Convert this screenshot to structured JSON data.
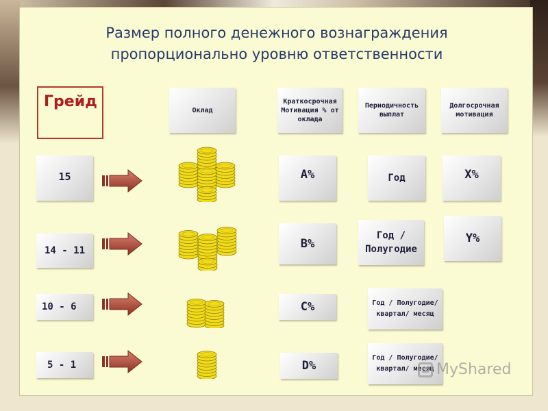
{
  "title": {
    "line1": "Размер  полного денежного вознаграждения",
    "line2": "пропорционально уровню ответственности"
  },
  "headers": {
    "grade": "Грейд",
    "salary": "Оклад",
    "short_term": "Краткосрочная Мотивация % от оклада",
    "periodicity": "Периодичность выплат",
    "long_term": "Долгосрочная мотивация"
  },
  "rows": [
    {
      "grade": "15",
      "short": "A%",
      "period": "Год",
      "long": "X%",
      "coin_stacks": 5
    },
    {
      "grade": "14 - 11",
      "short": "B%",
      "period": "Год / Полугодие",
      "long": "Y%",
      "coin_stacks": 4
    },
    {
      "grade": "10 - 6",
      "short": "C%",
      "period": "Год / Полугодие/ квартал/ месяц",
      "coin_stacks": 2
    },
    {
      "grade": "5 - 1",
      "short": "D%",
      "period": "Год / Полугодие/ квартал/ месяц",
      "coin_stacks": 1
    }
  ],
  "watermark": "MyShared",
  "colors": {
    "title": "#263a6a",
    "grade_label": "#b01d1d",
    "arrow": "#a84a3c",
    "coin": "#f2dc1a",
    "slide_bg": "#fbfbd3"
  }
}
